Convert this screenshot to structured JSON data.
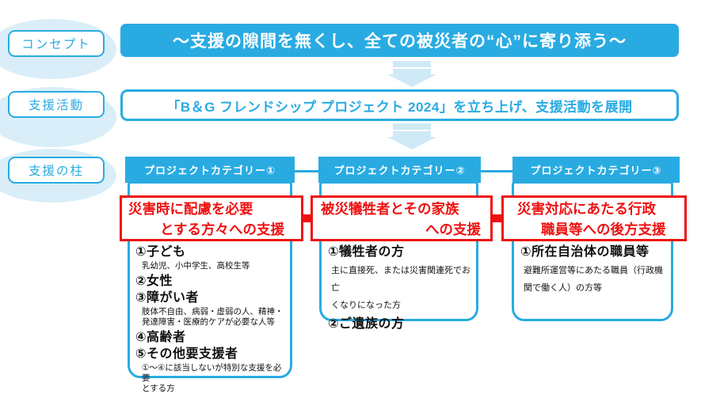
{
  "colors": {
    "accent_blue": "#29abe2",
    "pale_blue": "#d9eef8",
    "arrow_blue": "#cfeaf6",
    "highlight_red": "#ee1111"
  },
  "concept": {
    "label": "コンセプト",
    "banner": "〜支援の隙間を無くし、全ての被災者の“心”に寄り添う〜"
  },
  "activity": {
    "label": "支援活動",
    "banner": "「B＆G フレンドシップ プロジェクト 2024」を立ち上げ、支援活動を展開"
  },
  "pillars": {
    "label": "支援の柱",
    "columns": [
      {
        "header": "プロジェクトカテゴリー①",
        "highlight_line1": "災害時に配慮を必要",
        "highlight_line2": "とする方々への支援",
        "items": [
          {
            "title": "①子ども",
            "note": "乳幼児、小中学生、高校生等"
          },
          {
            "title": "②女性",
            "note": ""
          },
          {
            "title": "③障がい者",
            "note": "肢体不自由、病弱・虚弱の人、精神・\n発達障害・医療的ケアが必要な人等"
          },
          {
            "title": "④高齢者",
            "note": ""
          },
          {
            "title": "⑤その他要支援者",
            "note": "①〜④に該当しないが特別な支援を必要\nとする方"
          }
        ]
      },
      {
        "header": "プロジェクトカテゴリー②",
        "highlight_line1": "被災犠牲者とその家族",
        "highlight_line2": "への支援",
        "items": [
          {
            "title": "①犠牲者の方",
            "note": "主に直接死、または災害関連死でお亡\nくなりになった方"
          },
          {
            "title": "②ご遺族の方",
            "note": ""
          }
        ]
      },
      {
        "header": "プロジェクトカテゴリー③",
        "highlight_line1": "災害対応にあたる行政",
        "highlight_line2": "職員等への後方支援",
        "items": [
          {
            "title": "①所在自治体の職員等",
            "note": "避難所運営等にあたる職員（行政機\n関で働く人）の方等"
          }
        ]
      }
    ]
  }
}
